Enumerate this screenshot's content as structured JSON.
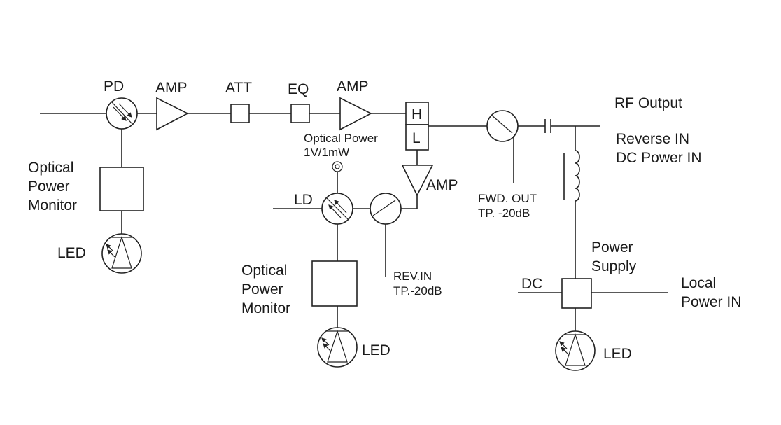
{
  "labels": {
    "pd": "PD",
    "amp1": "AMP",
    "att": "ATT",
    "eq": "EQ",
    "amp2": "AMP",
    "h": "H",
    "l": "L",
    "rf_output": "RF Output",
    "reverse_in": "Reverse IN",
    "dc_power_in": "DC Power IN",
    "optical_power": "Optical Power",
    "optical_power_scale": "1V/1mW",
    "amp3": "AMP",
    "ld": "LD",
    "fwd_out_1": "FWD. OUT",
    "fwd_out_2": "TP. -20dB",
    "rev_in_1": "REV.IN",
    "rev_in_2": "TP.-20dB",
    "opm1": [
      "Optical",
      "Power",
      "Monitor"
    ],
    "opm2": [
      "Optical",
      "Power",
      "Monitor"
    ],
    "led1": "LED",
    "led2": "LED",
    "led3": "LED",
    "power_supply": [
      "Power",
      "Supply"
    ],
    "dc": "DC",
    "local_power_in": [
      "Local",
      "Power IN"
    ]
  }
}
